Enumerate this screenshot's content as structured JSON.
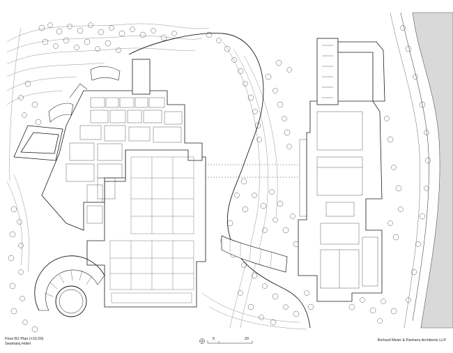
{
  "drawing": {
    "title": "Floor B2 Plan (+15.00)",
    "subtitle": "Seamarq Hotel",
    "credit": "Richard Meier & Partners Architects LLP",
    "scale_labels": [
      "5",
      "20"
    ],
    "line_color": "#1a1a1a",
    "road_color": "#d9d9d9"
  }
}
